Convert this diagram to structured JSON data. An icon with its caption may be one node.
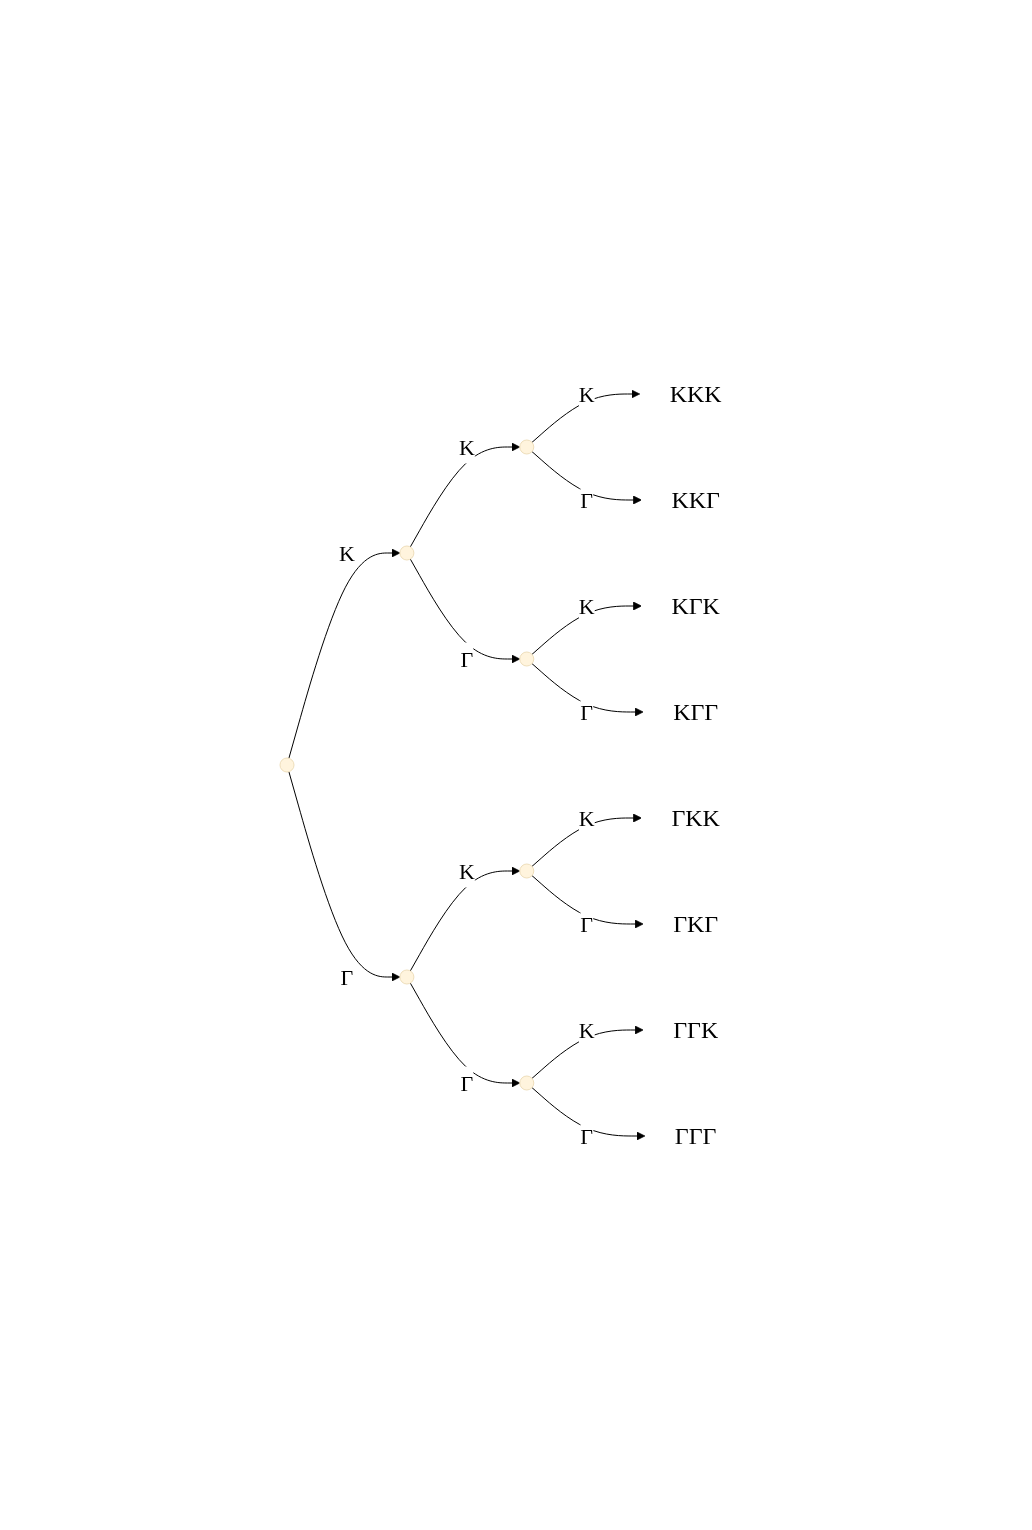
{
  "diagram": {
    "nodes": [
      {
        "text": [],
        "shape": "point"
      },
      {
        "text": [],
        "shape": "point"
      },
      {
        "text": [],
        "shape": "point"
      },
      {
        "text": [
          "ΚΚΚ"
        ]
      },
      {
        "text": [
          "ΚΚΓ"
        ]
      },
      {
        "text": [],
        "shape": "point"
      },
      {
        "text": [
          "ΚΓΚ"
        ]
      },
      {
        "text": [
          "ΚΓΓ"
        ]
      },
      {
        "text": [],
        "shape": "point"
      },
      {
        "text": [],
        "shape": "point"
      },
      {
        "text": [
          "ΓΚΚ"
        ]
      },
      {
        "text": [
          "ΓΚΓ"
        ]
      },
      {
        "text": [],
        "shape": "point"
      },
      {
        "text": [
          "ΓΓΚ"
        ]
      },
      {
        "text": [
          "ΓΓΓ"
        ]
      }
    ],
    "edges": [
      {
        "from": 0,
        "to": 1,
        "arrow": "to",
        "label": "Κ"
      },
      {
        "from": 1,
        "to": 2,
        "arrow": "to",
        "label": "Κ"
      },
      {
        "from": 2,
        "to": 3,
        "arrow": "to",
        "label": "Κ"
      },
      {
        "from": 2,
        "to": 4,
        "arrow": "to",
        "label": "Γ"
      },
      {
        "from": 1,
        "to": 5,
        "arrow": "to",
        "label": "Γ"
      },
      {
        "from": 5,
        "to": 6,
        "arrow": "to",
        "label": "Κ"
      },
      {
        "from": 5,
        "to": 7,
        "arrow": "to",
        "label": "Γ"
      },
      {
        "from": 0,
        "to": 8,
        "arrow": "to",
        "label": "Γ"
      },
      {
        "from": 8,
        "to": 9,
        "arrow": "to",
        "label": "Κ"
      },
      {
        "from": 9,
        "to": 10,
        "arrow": "to",
        "label": "Κ"
      },
      {
        "from": 9,
        "to": 11,
        "arrow": "to",
        "label": "Γ"
      },
      {
        "from": 8,
        "to": 12,
        "arrow": "to",
        "label": "Γ"
      },
      {
        "from": 12,
        "to": 13,
        "arrow": "to",
        "label": "Κ"
      },
      {
        "from": 12,
        "to": 14,
        "arrow": "to",
        "label": "Γ"
      }
    ]
  }
}
